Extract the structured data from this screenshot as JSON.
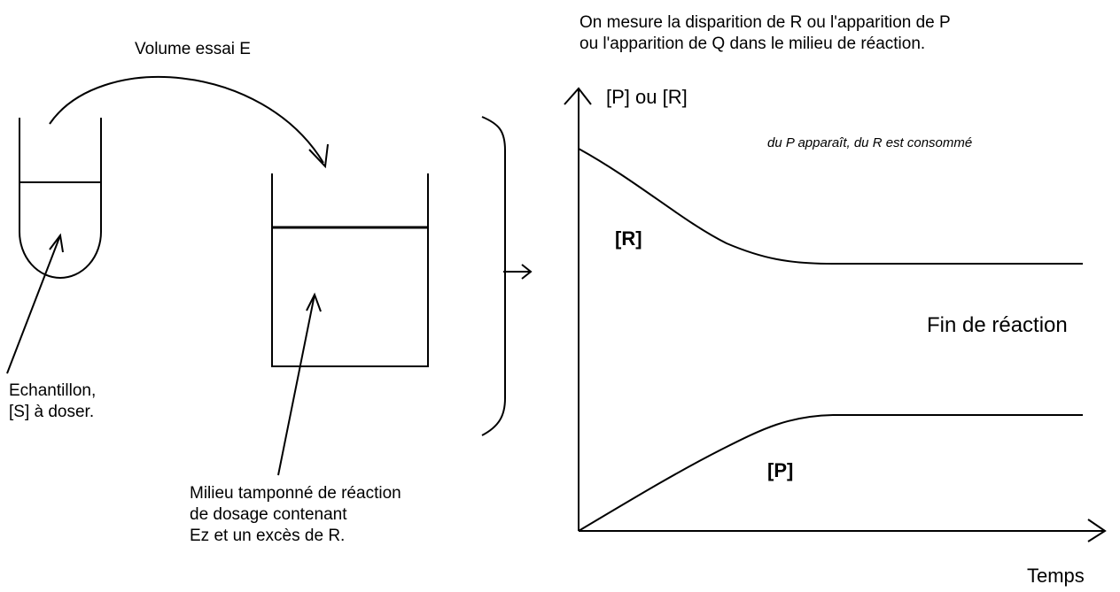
{
  "diagram": {
    "transfer_label": "Volume essai E",
    "sample_label": [
      "Echantillon,",
      "[S] à doser."
    ],
    "medium_label": [
      "Milieu tamponné de réaction",
      "de dosage contenant",
      "Ez et un excès de R."
    ],
    "measurement_text": [
      "On mesure la disparition de R ou l'apparition de P",
      "ou l'apparition de Q dans le milieu de réaction."
    ]
  },
  "chart_data": {
    "type": "line",
    "title": "",
    "ylabel": "[P] ou [R]",
    "xlabel": "Temps",
    "annotation": "du P apparaît, du R est consommé",
    "end_label": "Fin de réaction",
    "series": [
      {
        "name": "[R]",
        "trend": "decreasing then plateau"
      },
      {
        "name": "[P]",
        "trend": "increasing then plateau"
      }
    ]
  }
}
